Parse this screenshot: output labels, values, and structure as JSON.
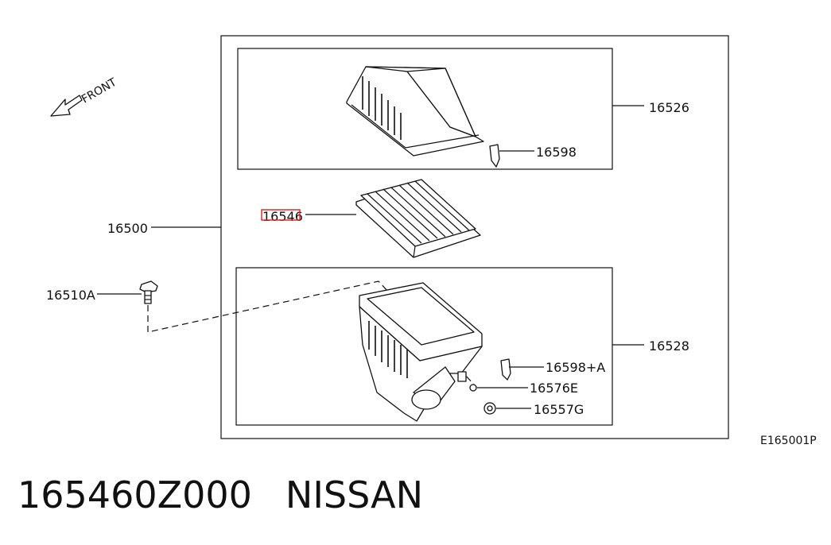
{
  "diagram": {
    "direction_label": "FRONT",
    "labels": {
      "p16526": "16526",
      "p16598": "16598",
      "p16546": "16546",
      "p16500": "16500",
      "p16510A": "16510A",
      "p16528": "16528",
      "p16598A": "16598+A",
      "p16576E": "16576E",
      "p16557G": "16557G"
    },
    "highlight_color": "#e0201b",
    "reference_code": "E165001P"
  },
  "caption": {
    "part_number": "165460Z000",
    "brand": "NISSAN"
  }
}
